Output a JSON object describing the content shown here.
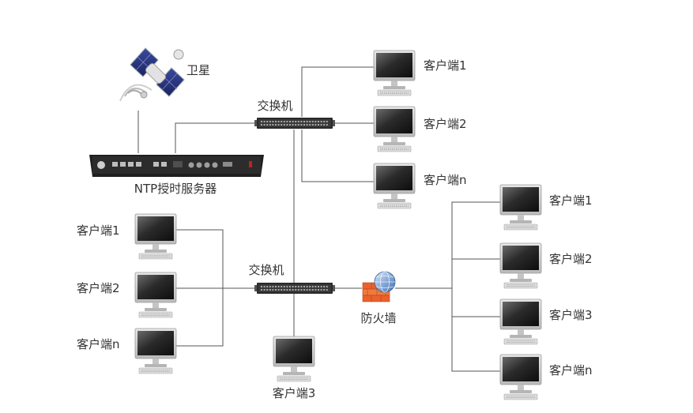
{
  "satellite": {
    "label": "卫星"
  },
  "ntp_server": {
    "label": "NTP授时服务器"
  },
  "switch_top": {
    "label": "交换机"
  },
  "switch_bottom": {
    "label": "交换机"
  },
  "firewall": {
    "label": "防火墙"
  },
  "clients_top": [
    "客户端1",
    "客户端2",
    "客户端n"
  ],
  "clients_left": [
    "客户端1",
    "客户端2",
    "客户端n"
  ],
  "client_bottom": "客户端3",
  "clients_right": [
    "客户端1",
    "客户端2",
    "客户端3",
    "客户端n"
  ],
  "colors": {
    "line": "#555555",
    "device": "#2a2a2a",
    "firewall": "#e8622c",
    "globe": "#4a7fc1"
  }
}
